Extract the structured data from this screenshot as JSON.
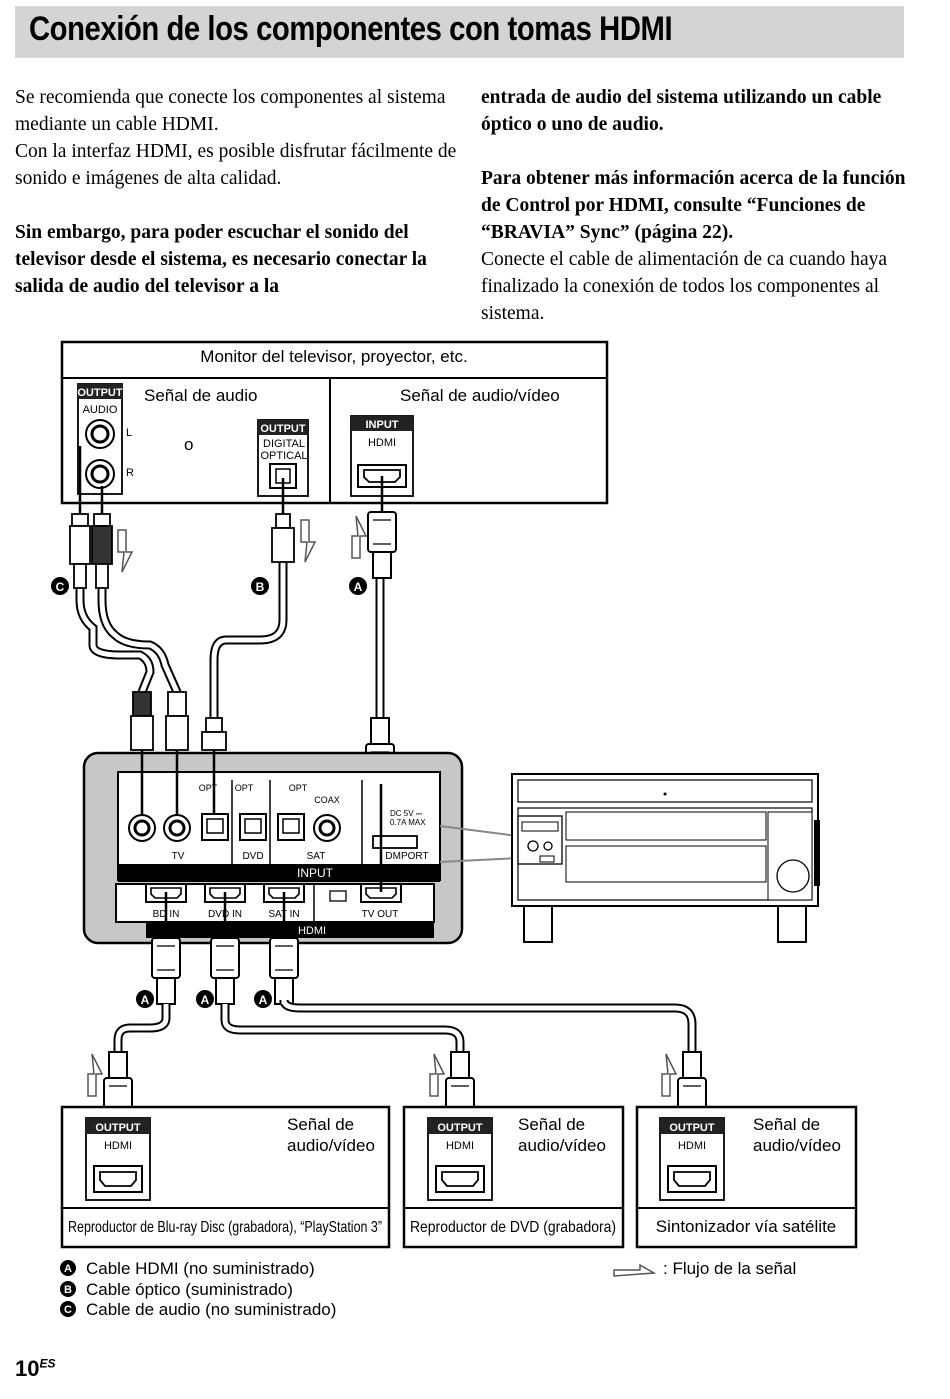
{
  "title": "Conexión de los componentes con tomas HDMI",
  "intro": {
    "left": {
      "p1": "Se recomienda que conecte los componentes al sistema mediante un cable HDMI.",
      "p2": "Con la interfaz HDMI, es posible disfrutar fácilmente de sonido e imágenes de alta calidad.",
      "p3_bold": "Sin embargo, para poder escuchar el sonido del televisor desde el sistema, es necesario conectar la salida de audio del televisor a la"
    },
    "right": {
      "p3_bold_cont": "entrada de audio del sistema utilizando un cable óptico o uno de audio.",
      "p4_bold": "Para obtener más información acerca de la función de Control por HDMI, consulte “Funciones de “BRAVIA” Sync” (página 22).",
      "p5": "Conecte el cable de alimentación de ca cuando haya finalizado la conexión de todos los componentes al sistema."
    }
  },
  "tv_box": {
    "title": "Monitor del televisor, proyector, etc.",
    "audio_signal": "Señal de audio",
    "av_signal": "Señal de audio/vídeo",
    "or_text": "o",
    "output_tag": "OUTPUT",
    "audio_label": "AUDIO",
    "l_label": "L",
    "r_label": "R",
    "digital_label": "DIGITAL",
    "optical_label": "OPTICAL",
    "input_tag": "INPUT",
    "hdmi_label": "HDMI"
  },
  "receiver": {
    "tv": "TV",
    "dvd": "DVD",
    "sat": "SAT",
    "input": "INPUT",
    "opt1": "OPT",
    "opt2": "OPT",
    "opt3": "OPT",
    "coax": "COAX",
    "dc1": "DC 5V ⎓",
    "dc2": "0.7A MAX",
    "dmport": "DMPORT",
    "bd_in": "BD IN",
    "dvd_in": "DVD IN",
    "sat_in": "SAT IN",
    "tv_out": "TV OUT",
    "hdmi": "HDMI"
  },
  "markers": {
    "a": "A",
    "b": "B",
    "c": "C"
  },
  "sources": [
    {
      "output_tag": "OUTPUT",
      "hdmi": "HDMI",
      "signal_line1": "Señal de",
      "signal_line2": "audio/vídeo",
      "name": "Reproductor de Blu-ray Disc (grabadora), “PlayStation 3”"
    },
    {
      "output_tag": "OUTPUT",
      "hdmi": "HDMI",
      "signal_line1": "Señal de",
      "signal_line2": "audio/vídeo",
      "name": "Reproductor de DVD (grabadora)"
    },
    {
      "output_tag": "OUTPUT",
      "hdmi": "HDMI",
      "signal_line1": "Señal de",
      "signal_line2": "audio/vídeo",
      "name": "Sintonizador vía satélite"
    }
  ],
  "legend": {
    "a": "Cable HDMI (no suministrado)",
    "b": "Cable óptico (suministrado)",
    "c": "Cable de audio (no suministrado)",
    "flow": ": Flujo de la señal"
  },
  "page": {
    "number": "10",
    "suffix": "ES"
  }
}
